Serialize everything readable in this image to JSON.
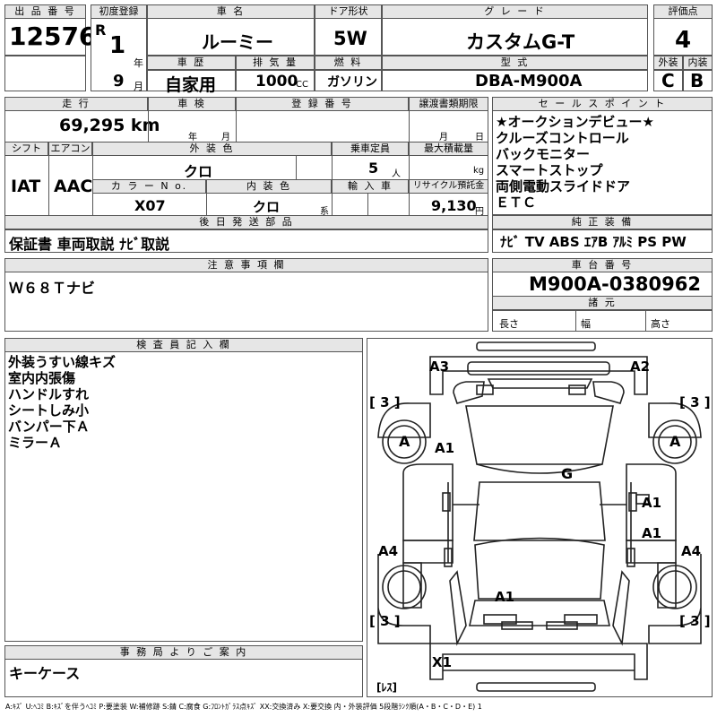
{
  "header": {
    "lot_label": "出 品 番 号",
    "lot_number": "12576",
    "first_reg_label": "初度登録",
    "era": "R",
    "year": "1",
    "year_unit": "年",
    "month": "9",
    "month_unit": "月",
    "car_name_label": "車 名",
    "car_name": "ルーミー",
    "door_label": "ドア形状",
    "door": "5W",
    "grade_label": "グ レ ー ド",
    "grade": "カスタムG-T",
    "score_label": "評価点",
    "score": "4",
    "history_label": "車 歴",
    "history": "自家用",
    "displacement_label": "排 気 量",
    "displacement": "1000",
    "displacement_unit": "CC",
    "fuel_label": "燃 料",
    "fuel": "ガソリン",
    "model_label": "型 式",
    "model": "DBA-M900A",
    "exterior_label": "外装",
    "exterior": "C",
    "interior_label": "内装",
    "interior": "B"
  },
  "details": {
    "mileage_label": "走 行",
    "mileage": "69,295 km",
    "inspection_label": "車 検",
    "insp_year_unit": "年",
    "insp_month_unit": "月",
    "reg_label": "登 録 番 号",
    "transfer_label": "譲渡書類期限",
    "transfer_month_unit": "月",
    "transfer_day_unit": "日",
    "shift_label": "シフト",
    "shift": "IAT",
    "ac_label": "エアコン",
    "ac": "AAC",
    "color_label": "外 装 色",
    "color": "クロ",
    "capacity_label": "乗車定員",
    "capacity": "5",
    "capacity_unit": "人",
    "load_label": "最大積載量",
    "load_unit": "kg",
    "color_no_label": "カ ラ ー N o.",
    "color_no": "X07",
    "int_color_label": "内 装 色",
    "int_color": "クロ",
    "int_color_unit": "系",
    "import_label": "輸 入 車",
    "recycle_label": "リサイクル預託金",
    "recycle": "9,130",
    "recycle_unit": "円",
    "later_label": "後 日 発 送 部 品",
    "later": "保証書 車両取説 ﾅﾋﾞ取説"
  },
  "sales": {
    "label": "セ ー ル ス ポ イ ン ト",
    "items": [
      "★オークションデビュー★",
      "クルーズコントロール",
      "バックモニター",
      "スマートストップ",
      "両側電動スライドドア",
      "ＥＴＣ"
    ]
  },
  "equipment": {
    "label": "純 正 装 備",
    "value": "ﾅﾋﾞ TV ABS ｴｱB ｱﾙﾐ PS PW"
  },
  "notes": {
    "label": "注 意 事 項 欄",
    "value": "Ｗ６８Ｔナビ"
  },
  "chassis": {
    "label": "車 台 番 号",
    "value": "M900A-0380962",
    "dims_label": "諸 元",
    "length": "長さ",
    "width": "幅",
    "height": "高さ"
  },
  "inspector": {
    "label": "検 査 員 記 入 欄",
    "lines": [
      "外装うすい線キズ",
      "室内内張傷",
      "ハンドルすれ",
      "シートしみ小",
      "バンパー下Ａ",
      "ミラーＡ"
    ]
  },
  "office": {
    "label": "事 務 局 よ り ご 案 内",
    "value": "キーケース"
  },
  "diagram": {
    "marks": {
      "a3": "A3",
      "a2": "A2",
      "tl": "[ 3 ]",
      "tr": "[ 3 ]",
      "wheel_fl": "A",
      "wheel_fr": "A",
      "a1_left": "A1",
      "g_roof": "G",
      "a1_r1": "A1",
      "a1_r2": "A1",
      "a4_left": "A4",
      "a4_right": "A4",
      "a1_rear": "A1",
      "bl": "[ 3 ]",
      "br": "[ 3 ]",
      "x1": "X1",
      "les": "[ﾚｽ]"
    }
  },
  "legend": "A:ｷｽﾞ U:ﾍｺﾐ B:ｷｽﾞを伴うﾍｺﾐ P:要塗装 W:補修跡 S:錆 C:腐食 G:ﾌﾛﾝﾄｶﾞﾗｽ点ｷｽﾞ XX:交換済み X:要交換 内・外装評価 5段階ﾗﾝｸ順(A・B・C・D・E) 1"
}
